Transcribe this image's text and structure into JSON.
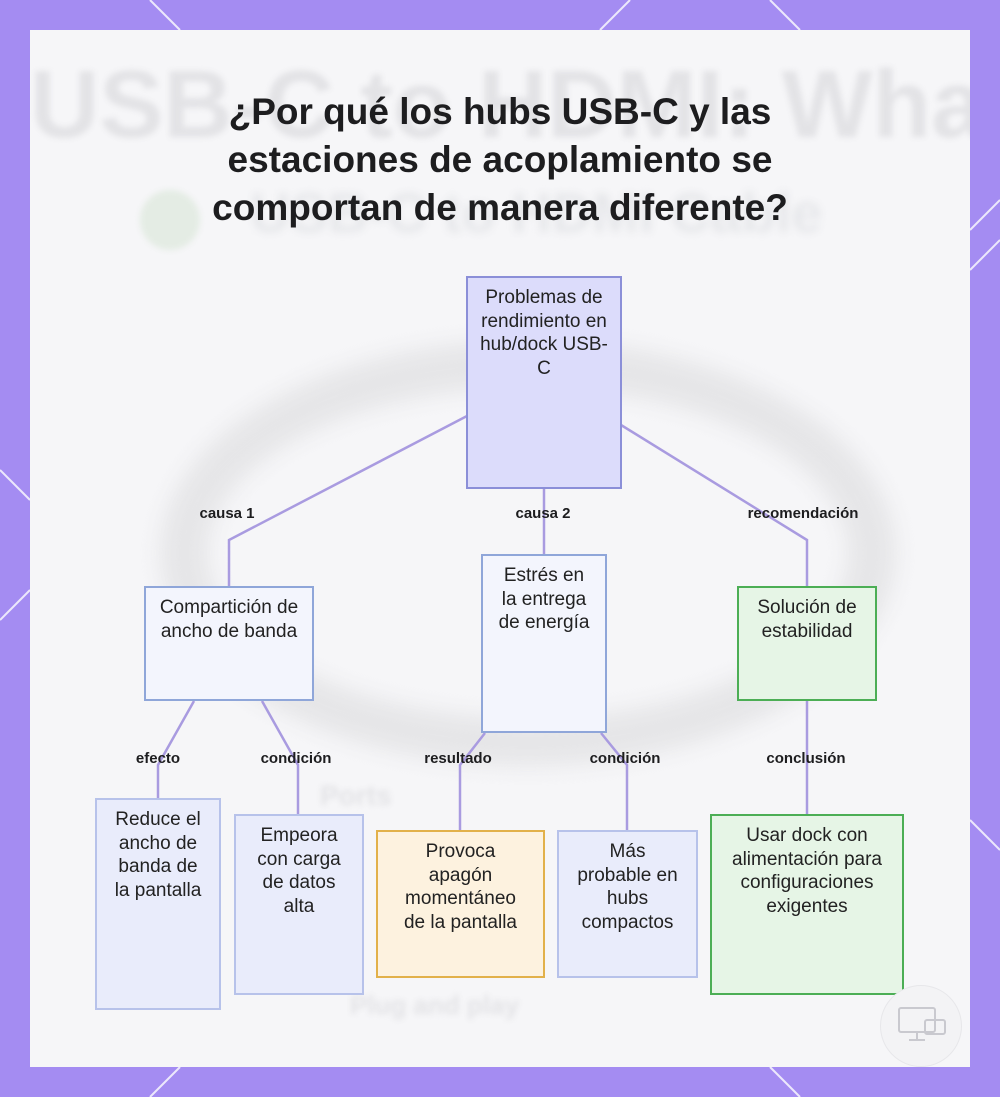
{
  "title": "¿Por qué los hubs USB-C y las estaciones de acoplamiento se comportan de manera diferente?",
  "background_text": {
    "line1": "USB-C to HDMI: What to Choose",
    "line2": "USB-C to HDMI Cable",
    "line3": "Ports",
    "line4": "Plug and play"
  },
  "nodes": {
    "root": "Problemas de rendimiento en hub/dock USB-C",
    "bandwidth": "Compartición de ancho de banda",
    "power": "Estrés en la entrega de energía",
    "stability": "Solución de estabilidad",
    "reduce": "Reduce el ancho de banda de la pantalla",
    "worsens": "Empeora con carga de datos alta",
    "blackout": "Provoca apagón momentáneo de la pantalla",
    "compact": "Más probable en hubs compactos",
    "powered_dock": "Usar dock con alimentación para configuraciones exigentes"
  },
  "edge_labels": {
    "cause1": "causa 1",
    "cause2": "causa 2",
    "recommendation": "recomendación",
    "effect": "efecto",
    "condition1": "condición",
    "result": "resultado",
    "condition2": "condición",
    "conclusion": "conclusión"
  },
  "colors": {
    "frame": "#a48cf2",
    "edge": "#a99be0",
    "root_fill": "#dcdcfb",
    "root_border": "#8b8fd8",
    "blue_fill": "#f3f5fd",
    "blue_border": "#8fa6d9",
    "green_fill": "#e6f5e6",
    "green_border": "#4cae55",
    "orange_fill": "#fdf2df",
    "orange_border": "#e2b14a",
    "lavender_fill": "#e9ecfb",
    "lavender_border": "#b7c2ea"
  }
}
